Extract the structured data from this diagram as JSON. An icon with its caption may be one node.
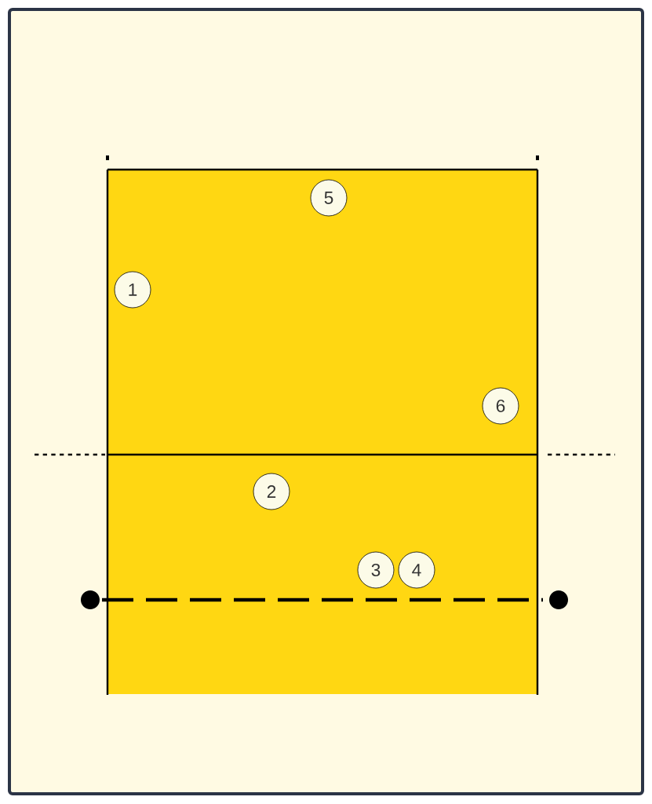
{
  "diagram": {
    "nodes": [
      {
        "text": [
          "5"
        ]
      },
      {
        "text": [
          "1"
        ]
      },
      {
        "text": [
          "6"
        ]
      },
      {
        "text": [
          "2"
        ]
      },
      {
        "text": [
          "3"
        ]
      },
      {
        "text": [
          "4"
        ]
      }
    ]
  }
}
